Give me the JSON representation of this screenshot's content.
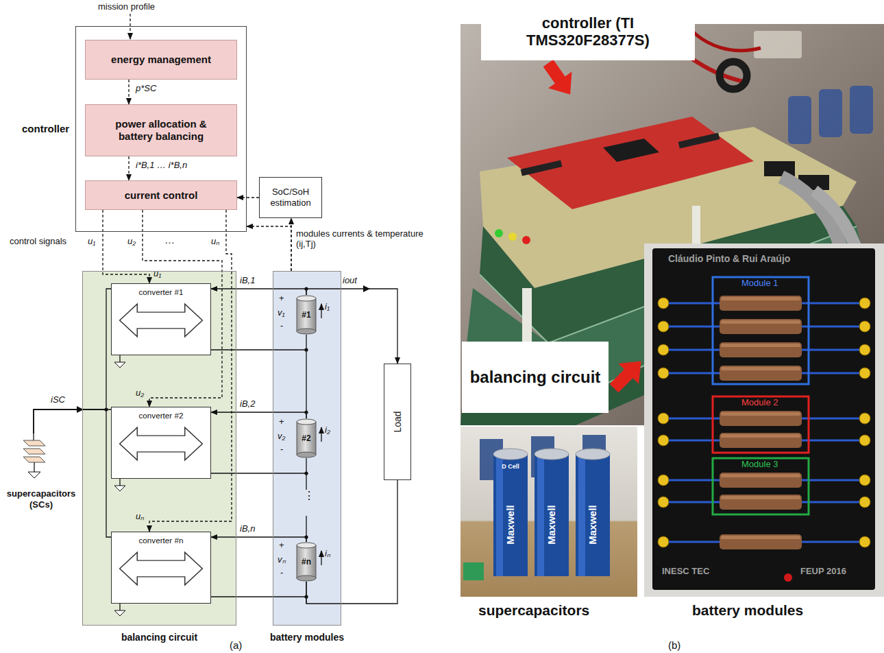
{
  "diagram": {
    "nodes": [
      {
        "text": [
          "controller"
        ]
      },
      {
        "text": [
          "energy management"
        ],
        "in": 0
      },
      {
        "text": [
          "power allocation & battery balancing"
        ],
        "in": 0
      },
      {
        "text": [
          "current control"
        ],
        "in": 0
      },
      {
        "text": [
          "SoC/SoH estimation"
        ]
      },
      {
        "text": [
          "balancing circuit"
        ]
      },
      {
        "text": [
          "converter #1"
        ],
        "in": 5
      },
      {
        "text": [
          "converter #2"
        ],
        "in": 5
      },
      {
        "text": [
          "converter #n"
        ],
        "in": 5
      },
      {
        "text": [
          "battery modules"
        ]
      },
      {
        "text": [
          "#1"
        ],
        "in": 9
      },
      {
        "text": [
          "#2"
        ],
        "in": 9
      },
      {
        "text": [
          "#n"
        ],
        "in": 9
      },
      {
        "text": [
          "Load"
        ]
      },
      {
        "text": [
          "supercapacitors (SCs)"
        ]
      },
      {
        "text": [
          "controller (TI TMS320F28377S)"
        ]
      },
      {
        "text": [
          "balancing circuit"
        ]
      }
    ],
    "edges": [
      {
        "from": 1,
        "to": 2,
        "arrow": "to",
        "label": "p*SC"
      },
      {
        "from": 2,
        "to": 3,
        "arrow": "to",
        "label": "i*B,1 … i*B,n"
      },
      {
        "from": 4,
        "to": 3,
        "arrow": "to"
      },
      {
        "from": 9,
        "to": 4,
        "arrow": "to",
        "label": "modules currents & temperature (ij,Tj)"
      },
      {
        "from": 9,
        "to": 0,
        "arrow": "to"
      },
      {
        "from": 3,
        "to": 6,
        "arrow": "to",
        "label": "u₁"
      },
      {
        "from": 3,
        "to": 7,
        "arrow": "to",
        "label": "u₂"
      },
      {
        "from": 3,
        "to": 8,
        "arrow": "to",
        "label": "uₙ"
      },
      {
        "from": 10,
        "to": 6,
        "arrow": "to",
        "label": "iB,1"
      },
      {
        "from": 11,
        "to": 7,
        "arrow": "to",
        "label": "iB,2"
      },
      {
        "from": 12,
        "to": 8,
        "arrow": "to",
        "label": "iB,n"
      },
      {
        "from": 10,
        "to": 13,
        "arrow": "to",
        "label": "iout"
      },
      {
        "from": 13,
        "to": 12,
        "arrow": "none"
      },
      {
        "from": 14,
        "to": 6,
        "arrow": "none"
      },
      {
        "from": 14,
        "to": 7,
        "arrow": "none",
        "label": "iSC"
      },
      {
        "from": 14,
        "to": 8,
        "arrow": "none"
      }
    ],
    "labels": [
      "mission profile",
      "control signals",
      "…",
      "u₁",
      "u₂",
      "uₙ",
      "+",
      "v₁",
      "-",
      "i₁",
      "+",
      "v₂",
      "-",
      "i₂",
      "+",
      "vₙ",
      "-",
      "iₙ",
      "⋮",
      "(a)",
      "supercapacitors",
      "battery modules",
      "(b)",
      "Cláudio Pinto & Rui Araújo",
      "Module 1",
      "Module 2",
      "Module 3",
      "INESC TEC",
      "FEUP 2016",
      "Maxwell",
      "Maxwell",
      "Maxwell",
      "D Cell"
    ]
  }
}
